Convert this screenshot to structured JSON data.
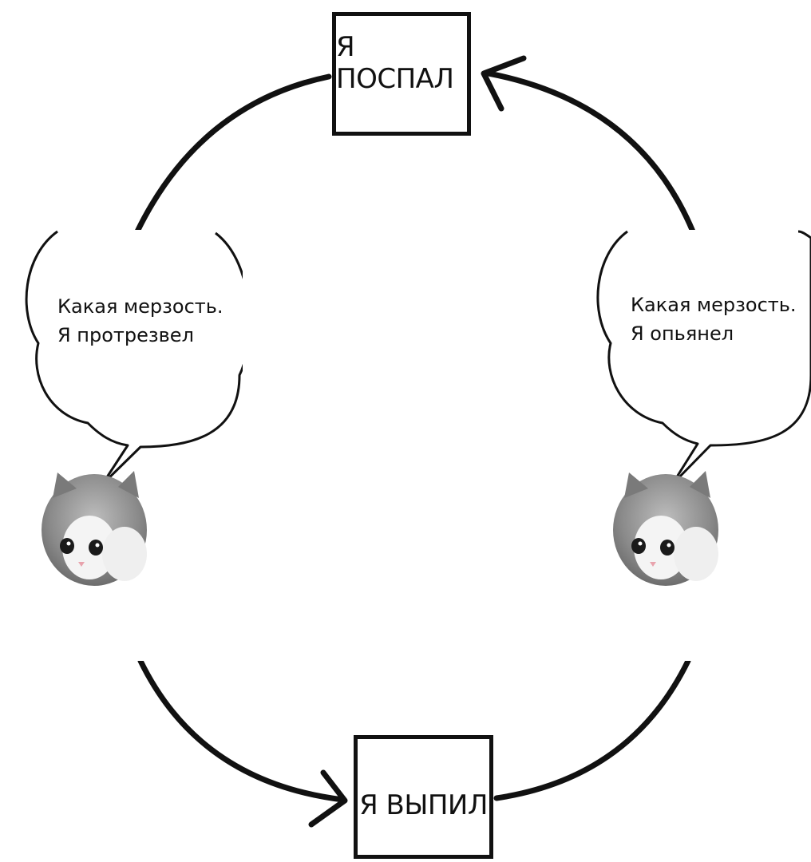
{
  "cycle": {
    "top_box": "Я ПОСПАЛ",
    "bottom_box": "Я ВЫПИЛ"
  },
  "left_panel": {
    "line1": "Какая мерзость.",
    "line2": "Я протрезвел"
  },
  "right_panel": {
    "line1": "Какая мерзость.",
    "line2": "Я опьянел"
  },
  "colors": {
    "ink": "#111111",
    "background": "#ffffff",
    "kitten_grey": "#8a8a8a",
    "kitten_white": "#f4f4f4",
    "kitten_nose": "#e8a3ad"
  }
}
